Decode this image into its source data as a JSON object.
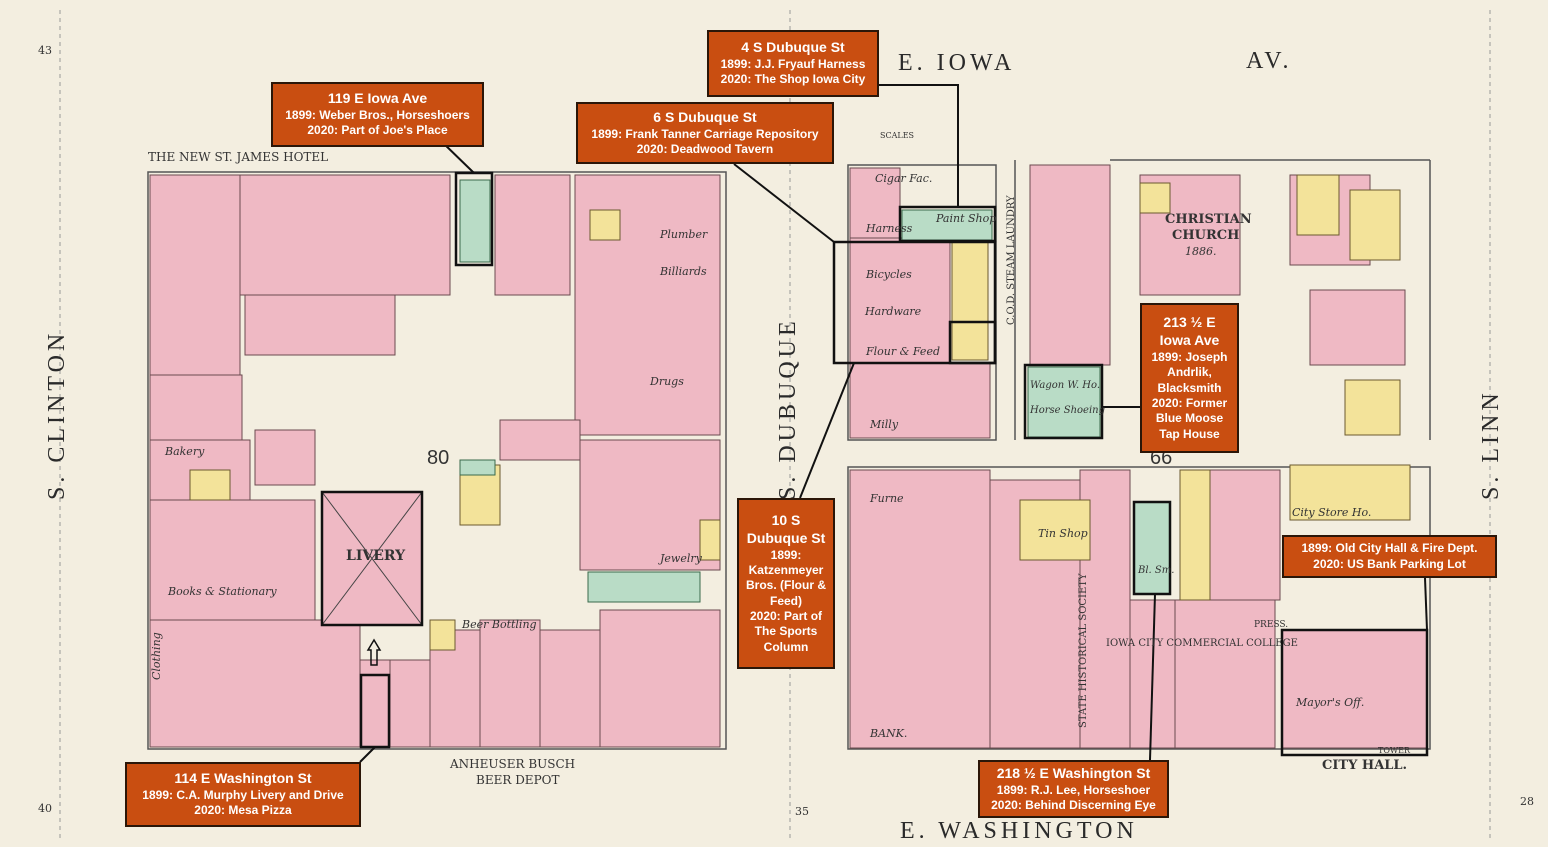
{
  "streets": {
    "north": "E. IOWA",
    "north_av": "AV.",
    "south": "E. WASHINGTON",
    "west": "S. CLINTON",
    "middle": "S. DUBUQUE",
    "east": "S. LINN"
  },
  "map_labels": {
    "hotel": "THE NEW ST. JAMES HOTEL",
    "livery": "LIVERY",
    "anheuser": "ANHEUSER BUSCH",
    "beer_depot": "BEER DEPOT",
    "church": "CHRISTIAN",
    "church2": "CHURCH",
    "church_year": "1886.",
    "city_hall": "CITY HALL.",
    "block_80": "80",
    "block_66": "66",
    "laundry": "C.O.D. STEAM LAUNDRY",
    "college": "IOWA CITY COMMERCIAL COLLEGE",
    "historical": "STATE HISTORICAL SOCIETY",
    "city_store": "City Store Ho.",
    "tin_shop": "Tin Shop",
    "wagon": "Wagon W. Ho.",
    "horse_shoeing": "Horse Shoeing",
    "bakery": "Bakery",
    "beer_bottling": "Beer Bottling",
    "billiards": "Billiards",
    "plumber": "Plumber",
    "jewelry": "Jewelry",
    "drugs": "Drugs",
    "hardware": "Hardware",
    "furniture": "Furne",
    "bank": "BANK.",
    "books": "Books & Stationary",
    "clothing": "Clothing",
    "bicycles": "Bicycles",
    "cigar": "Cigar Fac.",
    "paint_shop": "Paint Shop",
    "harness": "Harness",
    "flour_feed": "Flour & Feed",
    "milly": "Milly",
    "mayors_off": "Mayor's Off.",
    "tower": "TOWER",
    "scales": "SCALES",
    "press": "PRESS.",
    "bl_sm": "Bl. Sm.",
    "n4": "43",
    "n40": "40",
    "n35": "35",
    "n28": "28"
  },
  "callouts": [
    {
      "id": "4-s-dubuque",
      "address": "4 S Dubuque St",
      "y1899": "1899: J.J. Fryauf Harness",
      "y2020": "2020: The Shop Iowa City"
    },
    {
      "id": "119-e-iowa",
      "address": "119 E Iowa Ave",
      "y1899": "1899: Weber Bros., Horseshoers",
      "y2020": "2020: Part of Joe's Place"
    },
    {
      "id": "6-s-dubuque",
      "address": "6 S Dubuque St",
      "y1899": "1899: Frank Tanner Carriage Repository",
      "y2020": "2020: Deadwood Tavern"
    },
    {
      "id": "213-e-iowa",
      "address": "213 ½ E Iowa Ave",
      "y1899": "1899: Joseph Andrlik, Blacksmith",
      "y2020": "2020: Former Blue Moose Tap House"
    },
    {
      "id": "10-s-dubuque",
      "address": "10 S Dubuque St",
      "y1899": "1899: Katzenmeyer Bros. (Flour & Feed)",
      "y2020": "2020: Part of The Sports Column"
    },
    {
      "id": "old-city-hall",
      "address": "",
      "y1899": "1899: Old City Hall & Fire Dept.",
      "y2020": "2020: US Bank Parking Lot"
    },
    {
      "id": "114-e-washington",
      "address": "114 E Washington St",
      "y1899": "1899: C.A. Murphy Livery and Drive",
      "y2020": "2020: Mesa Pizza"
    },
    {
      "id": "218-e-washington",
      "address": "218 ½ E Washington St",
      "y1899": "1899: R.J. Lee, Horseshoer",
      "y2020": "2020: Behind Discerning Eye"
    }
  ],
  "colors": {
    "paper": "#f3eee0",
    "brick": "#efb9c4",
    "frame": "#f3e39a",
    "stone": "#b9dcc6",
    "callout": "#c94e11",
    "ink": "#2b1608"
  }
}
